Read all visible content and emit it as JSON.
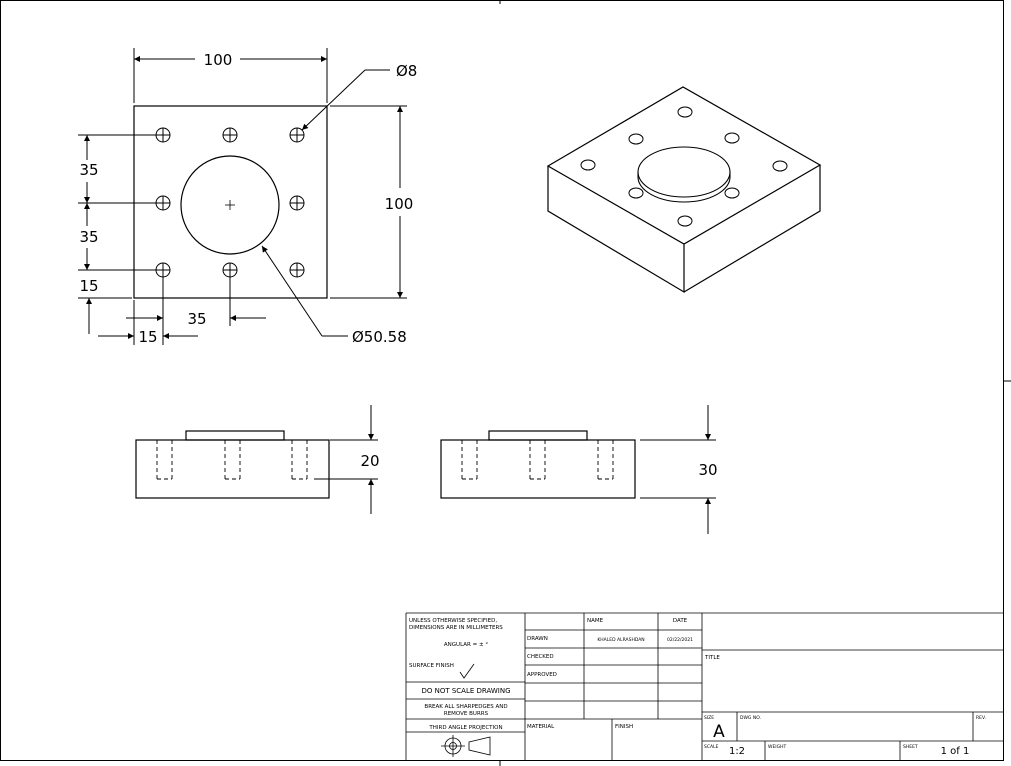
{
  "drawing": {
    "top_view": {
      "width_label": "100",
      "height_label": "100",
      "hole_label": "Ø8",
      "boss_label": "Ø50.58",
      "v_dim_1": "35",
      "v_dim_2": "35",
      "v_dim_3": "15",
      "h_dim_1": "35",
      "h_dim_2": "15"
    },
    "side_views": {
      "left_height_label": "20",
      "right_height_label": "30"
    }
  },
  "title_block": {
    "tolerance_note_1": "UNLESS OTHERWISE SPECIFIED,",
    "tolerance_note_2": "DIMENSIONS ARE IN MILLIMETERS",
    "angular_note": "ANGULAR = ± °",
    "surface_finish": "SURFACE FINISH",
    "do_not_scale": "DO NOT SCALE DRAWING",
    "break_edges_1": "BREAK ALL SHARPEDGES AND",
    "break_edges_2": "REMOVE BURRS",
    "projection": "THIRD ANGLE PROJECTION",
    "name_header": "NAME",
    "date_header": "DATE",
    "drawn_label": "DRAWN",
    "drawn_name": "KHALED ALRASHDAN",
    "drawn_date": "02/22/2021",
    "checked_label": "CHECKED",
    "approved_label": "APPROVED",
    "material_label": "MATERIAL",
    "finish_label": "FINISH",
    "title_label": "TITLE",
    "size_label": "SIZE",
    "size_value": "A",
    "dwg_no_label": "DWG NO.",
    "rev_label": "REV.",
    "scale_label": "SCALE",
    "scale_value": "1:2",
    "weight_label": "WEIGHT",
    "sheet_label": "SHEET",
    "sheet_value": "1 of 1"
  }
}
